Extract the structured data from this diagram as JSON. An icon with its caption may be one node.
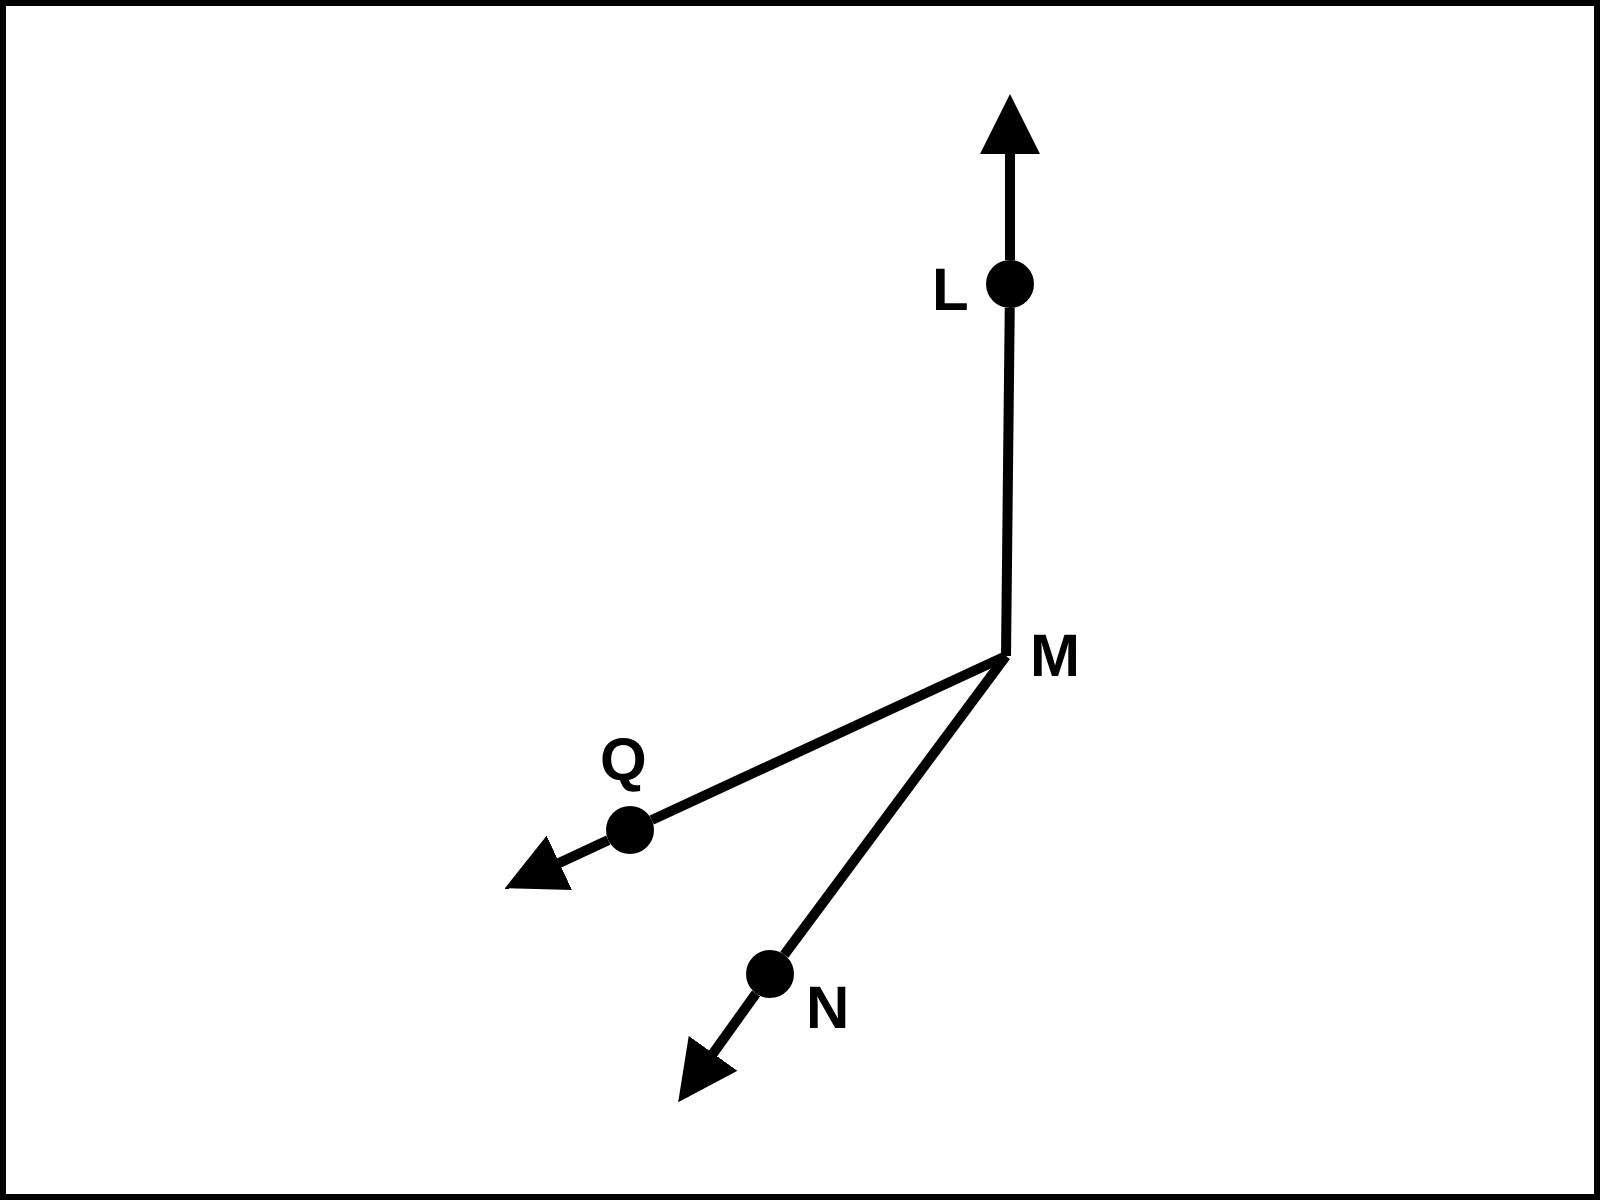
{
  "diagram": {
    "nodes": [
      {
        "text": [],
        "shape": "circle",
        "beside": [
          "L"
        ]
      },
      {
        "text": [
          "M"
        ]
      },
      {
        "text": [],
        "shape": "circle",
        "beside": [
          "Q"
        ]
      },
      {
        "text": [],
        "shape": "circle",
        "beside": [
          "N"
        ]
      }
    ],
    "edges": [
      {
        "from": 1,
        "to": 0,
        "arrow": "none"
      },
      {
        "from": 0,
        "to": null,
        "arrow": "to"
      },
      {
        "from": 1,
        "to": 2,
        "arrow": "none"
      },
      {
        "from": 2,
        "to": null,
        "arrow": "to"
      },
      {
        "from": 1,
        "to": 3,
        "arrow": "none"
      },
      {
        "from": 3,
        "to": null,
        "arrow": "to"
      }
    ]
  }
}
